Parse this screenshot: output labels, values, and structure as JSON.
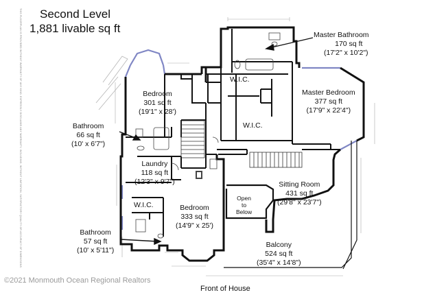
{
  "header": {
    "level": "Second Level",
    "area": "1,881 livable sq ft"
  },
  "disclaimer": "THIS FLOORPLAN IS PROVIDED WITHOUT WARRANTY OF ANY KIND. EXPRESSLY DISCLAIMS ANY WARRANTY, INCLUDING, WITHOUT LIMITATION, SATISFACTORY QUALITY OR ACCURACY OF DIMENSIONS.",
  "rooms": {
    "master_bath": {
      "name": "Master Bathroom",
      "area": "170 sq ft",
      "dims": "(17'2\" x 10'2\")"
    },
    "wic_top": {
      "name": "W.I.C."
    },
    "master_bed": {
      "name": "Master Bedroom",
      "area": "377 sq ft",
      "dims": "(17'9\" x 22'4\")"
    },
    "bedroom1": {
      "name": "Bedroom",
      "area": "301 sq ft",
      "dims": "(19'1\" x 28')"
    },
    "wic_mid": {
      "name": "W.I.C."
    },
    "bath1": {
      "name": "Bathroom",
      "area": "66 sq ft",
      "dims": "(10' x 6'7\")"
    },
    "laundry": {
      "name": "Laundry",
      "area": "118 sq ft",
      "dims": "(12'3\" x 9'7\")"
    },
    "sitting": {
      "name": "Sitting Room",
      "area": "431 sq ft",
      "dims": "(29'8\" x 23'7\")"
    },
    "open_below": {
      "line1": "Open",
      "line2": "to",
      "line3": "Below"
    },
    "wic_low": {
      "name": "W.I.C."
    },
    "bedroom2": {
      "name": "Bedroom",
      "area": "333 sq ft",
      "dims": "(14'9\" x 25')"
    },
    "bath2": {
      "name": "Bathroom",
      "area": "57 sq ft",
      "dims": "(10' x 5'11\")"
    },
    "balcony": {
      "name": "Balcony",
      "area": "524 sq ft",
      "dims": "(35'4\" x 14'8\")"
    }
  },
  "footer": {
    "front": "Front of House",
    "watermark": "©2021 Monmouth Ocean Regional Realtors"
  },
  "colors": {
    "wall": "#111111",
    "window": "#7f86c4",
    "dimension": "#9a9a9a",
    "background": "#ffffff"
  }
}
